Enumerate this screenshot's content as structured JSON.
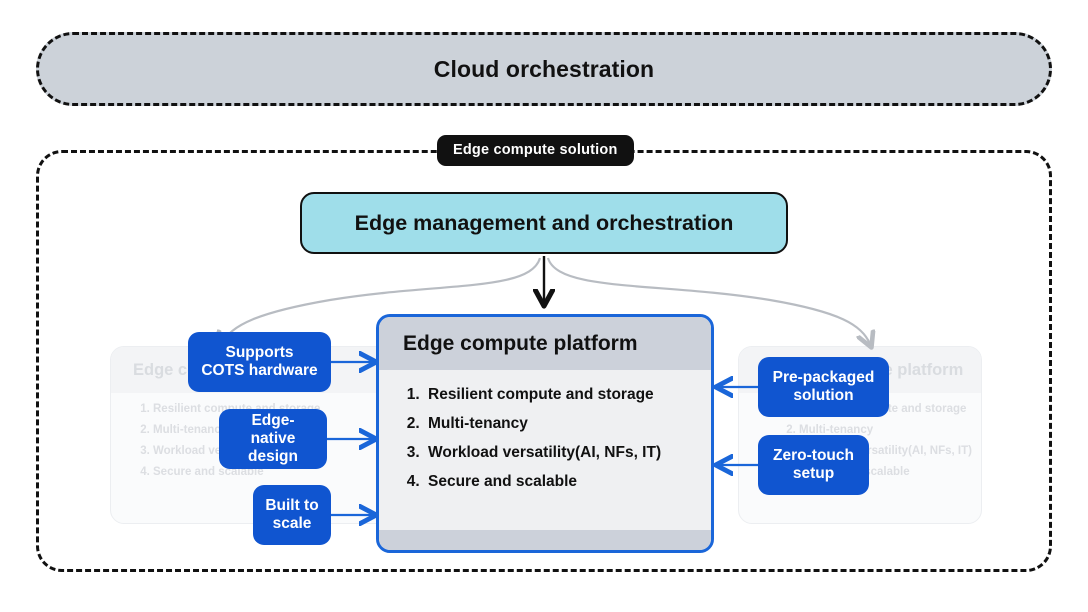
{
  "cloud": {
    "title": "Cloud orchestration"
  },
  "solution": {
    "badge": "Edge compute solution"
  },
  "orchestration": {
    "title": "Edge management and orchestration"
  },
  "platform": {
    "title": "Edge compute platform",
    "items": [
      "Resilient compute and storage",
      "Multi-tenancy",
      "Workload versatility(AI, NFs, IT)",
      "Secure and scalable"
    ]
  },
  "ghost_left": {
    "title": "Edge compute platform",
    "items": [
      "Resilient compute and storage",
      "Multi-tenancy",
      "Workload versatility(AI, NFs, IT)",
      "Secure and scalable"
    ]
  },
  "ghost_right": {
    "title": "Edge compute platform",
    "items": [
      "Resilient compute and storage",
      "Multi-tenancy",
      "Workload versatility(AI, NFs, IT)",
      "Secure and scalable"
    ]
  },
  "chips_left": [
    {
      "label": "Supports\nCOTS hardware"
    },
    {
      "label": "Edge-native\ndesign"
    },
    {
      "label": "Built to\nscale"
    }
  ],
  "chips_right": [
    {
      "label": "Pre-packaged\nsolution"
    },
    {
      "label": "Zero-touch\nsetup"
    }
  ],
  "colors": {
    "cloud_fill": "#ccd2d9",
    "badge_bg": "#111111",
    "orchestration_fill": "#9fdeea",
    "chip_blue": "#1055d0",
    "card_border": "#1a66d9",
    "card_header": "#ccd1da",
    "card_body": "#eff0f2",
    "connector_gray": "#b8bcc2",
    "connector_black": "#111111"
  }
}
